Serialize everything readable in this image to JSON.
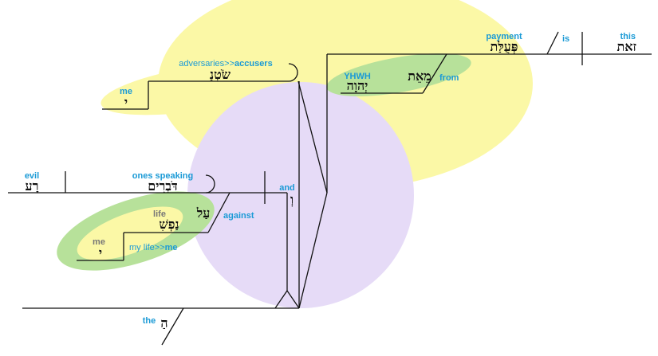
{
  "colors": {
    "yellow": "#fbf8a6",
    "green": "#b7e19a",
    "purple": "#e6dbf7",
    "gloss": "#1a9ad6",
    "line": "#111111"
  },
  "words": {
    "this": {
      "hebrew": "זאת",
      "gloss": "this"
    },
    "is": {
      "gloss": "is"
    },
    "payment": {
      "hebrew": "פְּעֻלַּת",
      "gloss": "payment"
    },
    "from": {
      "hebrew": "מֵאֵת",
      "gloss": "from"
    },
    "yhwh": {
      "hebrew": "יְהוָה",
      "gloss": "YHWH"
    },
    "accusers": {
      "hebrew": "שֹׂטְנַ",
      "gloss_pre": "adversaries>>",
      "gloss_bold": "accusers"
    },
    "me_top": {
      "hebrew": "י",
      "gloss": "me"
    },
    "and": {
      "hebrew": "וְ",
      "gloss": "and"
    },
    "evil": {
      "hebrew": "רָע",
      "gloss": "evil"
    },
    "speaking": {
      "hebrew": "דֹּבְרִים",
      "gloss": "ones speaking"
    },
    "against": {
      "hebrew": "עַל",
      "gloss": "against"
    },
    "life": {
      "hebrew": "נַפְשִׁ",
      "gloss": "life"
    },
    "me_bottom": {
      "hebrew": "י",
      "gloss": "me"
    },
    "mylife": {
      "gloss_pre": "my life>>",
      "gloss_bold": "me"
    },
    "the": {
      "hebrew": "הַ",
      "gloss": "the"
    }
  }
}
